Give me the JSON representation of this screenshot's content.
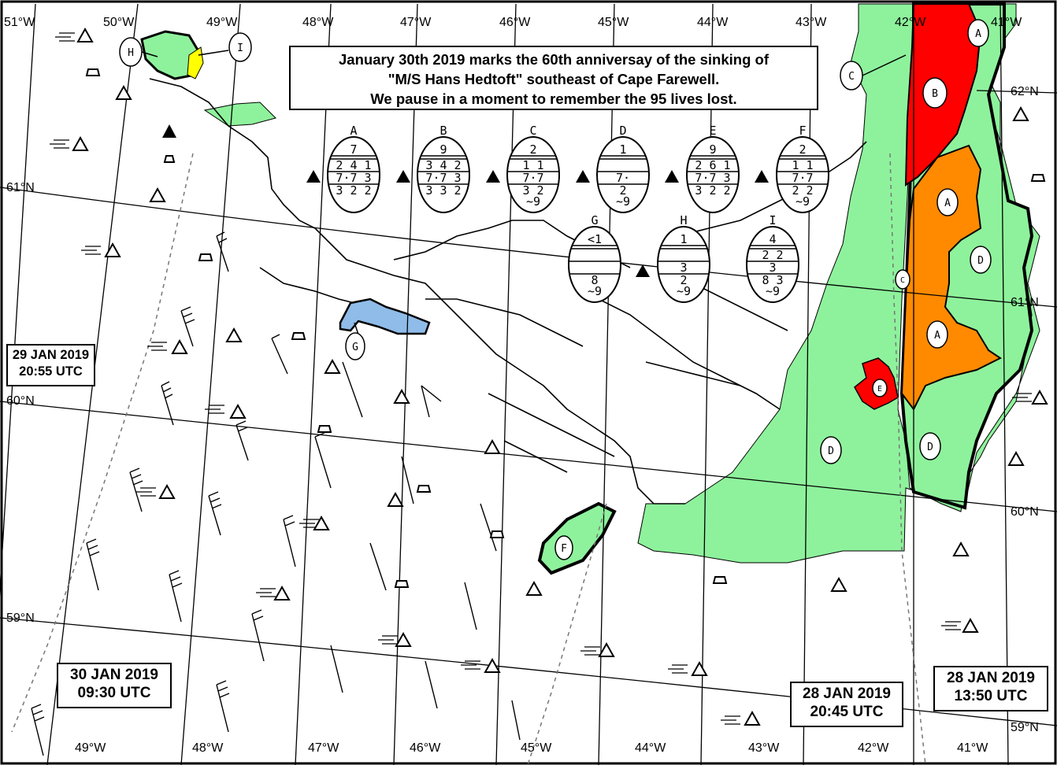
{
  "title_lines": [
    "January 30th 2019 marks the 60th anniversay of the sinking of",
    "\"M/S Hans Hedtoft\" southeast of Cape Farewell.",
    "We pause in a moment to remember the 95 lives lost."
  ],
  "timestamps": [
    {
      "date": "29 JAN 2019",
      "time": "20:55 UTC"
    },
    {
      "date": "30 JAN 2019",
      "time": "09:30 UTC"
    },
    {
      "date": "28 JAN 2019",
      "time": "20:45 UTC"
    },
    {
      "date": "28 JAN 2019",
      "time": "13:50 UTC"
    }
  ],
  "longitude_labels_top": [
    "51°W",
    "50°W",
    "49°W",
    "48°W",
    "47°W",
    "46°W",
    "45°W",
    "44°W",
    "43°W",
    "42°W",
    "41°W"
  ],
  "longitude_labels_bottom": [
    "49°W",
    "48°W",
    "47°W",
    "46°W",
    "45°W",
    "44°W",
    "43°W",
    "42°W",
    "41°W"
  ],
  "latitude_labels_left": [
    "61°N",
    "60°N",
    "59°N"
  ],
  "latitude_labels_right": [
    "62°N",
    "61°N",
    "60°N",
    "59°N"
  ],
  "egg_codes": [
    {
      "letter": "A",
      "rows": [
        "7",
        "2 4 1",
        "7·7 3",
        "3 2 2"
      ]
    },
    {
      "letter": "B",
      "rows": [
        "9",
        "3 4 2",
        "7·7 3",
        "3 3 2"
      ]
    },
    {
      "letter": "C",
      "rows": [
        "2",
        "1 1",
        "7·7",
        "3 2",
        "~9"
      ]
    },
    {
      "letter": "D",
      "rows": [
        "1",
        "",
        "7·",
        "2",
        "~9"
      ]
    },
    {
      "letter": "E",
      "rows": [
        "9",
        "2 6 1",
        "7·7 3",
        "3 2 2"
      ]
    },
    {
      "letter": "F",
      "rows": [
        "2",
        "1 1",
        "7·7",
        "2 2",
        "~9"
      ]
    },
    {
      "letter": "G",
      "rows": [
        "<1",
        "",
        "",
        "8",
        "~9"
      ]
    },
    {
      "letter": "H",
      "rows": [
        "1",
        "",
        "3",
        "2",
        "~9"
      ]
    },
    {
      "letter": "I",
      "rows": [
        "4",
        "2 2",
        "3",
        "8 3",
        "~9"
      ]
    }
  ],
  "zone_labels": [
    "A",
    "A",
    "A",
    "B",
    "C",
    "C",
    "D",
    "D",
    "D",
    "E",
    "F",
    "G",
    "H",
    "I"
  ],
  "colors": {
    "ice_green": "#8ef29c",
    "ice_orange": "#ff8a00",
    "ice_red": "#ff0000",
    "ice_blue": "#8fbce8",
    "ice_yellow": "#ffff00"
  },
  "icon_names": [
    "iceberg-triangle-icon",
    "iceberg-solid-triangle-icon",
    "growler-trapezoid-icon",
    "fog-symbol-icon",
    "wind-barb-icon"
  ]
}
